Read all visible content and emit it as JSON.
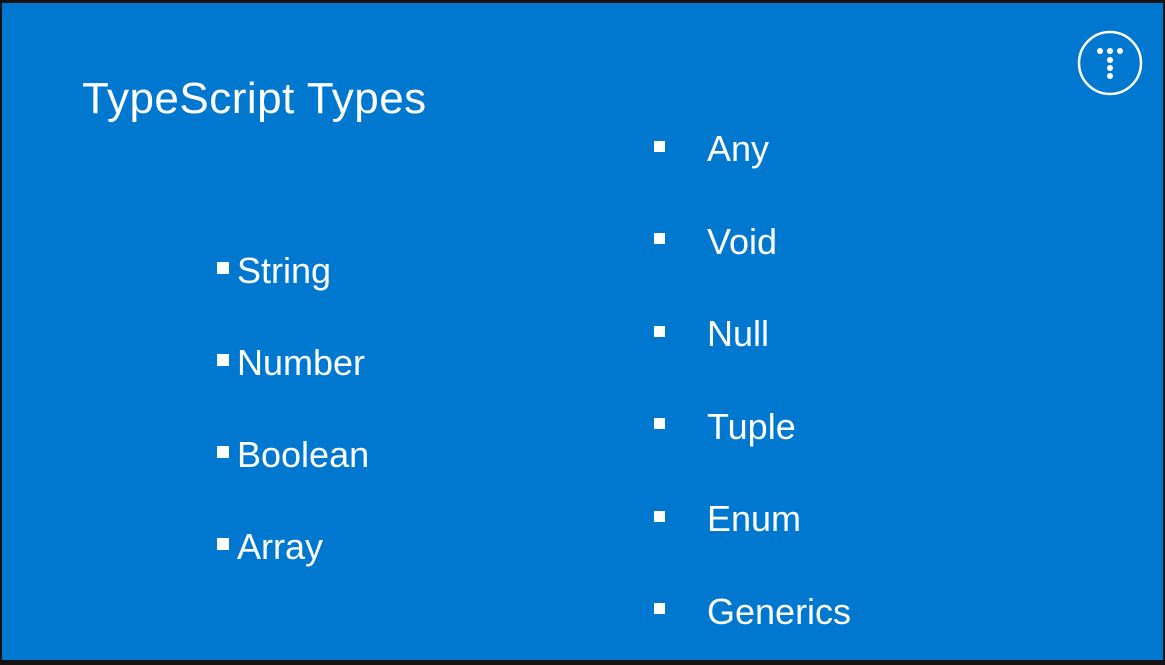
{
  "slide": {
    "title": "TypeScript Types",
    "logo_icon": "t-circle-logo-icon",
    "background_color": "#0078d0",
    "text_color": "#ffffff",
    "left_list": [
      {
        "label": "String"
      },
      {
        "label": "Number"
      },
      {
        "label": "Boolean"
      },
      {
        "label": "Array"
      }
    ],
    "right_list": [
      {
        "label": "Any"
      },
      {
        "label": "Void"
      },
      {
        "label": "Null"
      },
      {
        "label": "Tuple"
      },
      {
        "label": "Enum"
      },
      {
        "label": "Generics"
      }
    ]
  }
}
